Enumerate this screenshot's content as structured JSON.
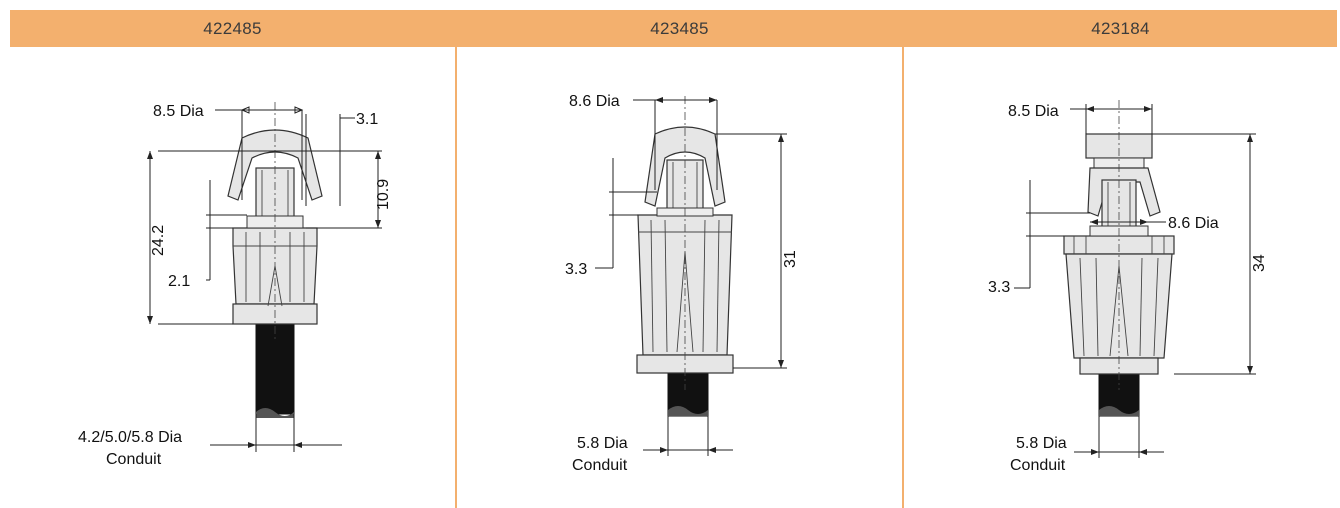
{
  "columns": [
    {
      "part_number": "422485",
      "labels": {
        "head_dia": "8.5 Dia",
        "clip_width": "3.1",
        "clip_height": "10.9",
        "overall_height": "24.2",
        "gap": "2.1",
        "conduit_dia": "4.2/5.0/5.8 Dia",
        "conduit": "Conduit"
      }
    },
    {
      "part_number": "423485",
      "labels": {
        "head_dia": "8.6 Dia",
        "gap": "3.3",
        "overall_height": "31",
        "conduit_dia": "5.8 Dia",
        "conduit": "Conduit"
      }
    },
    {
      "part_number": "423184",
      "labels": {
        "head_dia": "8.5 Dia",
        "flange_dia": "8.6 Dia",
        "gap": "3.3",
        "overall_height": "34",
        "conduit_dia": "5.8 Dia",
        "conduit": "Conduit"
      }
    }
  ],
  "colors": {
    "header_bg": "#f3b06e",
    "separator": "#f3b06e",
    "part_fill": "#e6e6e6",
    "cable": "#111111"
  }
}
